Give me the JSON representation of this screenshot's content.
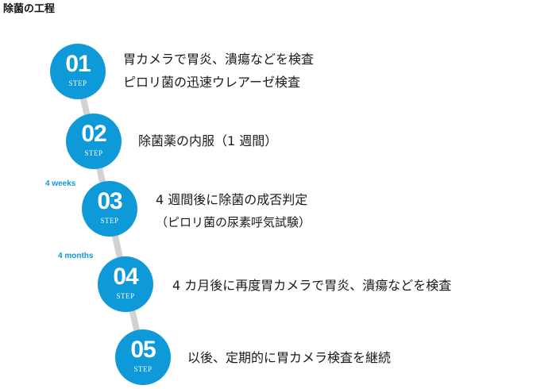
{
  "title": "除菌の工程",
  "step_word": "STEP",
  "colors": {
    "accent": "#0e9ad9",
    "connector": "#d2d2d2"
  },
  "steps": [
    {
      "number": "01",
      "lines": [
        "胃カメラで胃炎、潰瘍などを検査",
        "ピロリ菌の迅速ウレアーゼ検査"
      ]
    },
    {
      "number": "02",
      "lines": [
        "除菌薬の内服（1 週間）"
      ]
    },
    {
      "number": "03",
      "lines": [
        "4 週間後に除菌の成否判定",
        "（ピロリ菌の尿素呼気試験）"
      ]
    },
    {
      "number": "04",
      "lines": [
        "4 カ月後に再度胃カメラで胃炎、潰瘍などを検査"
      ]
    },
    {
      "number": "05",
      "lines": [
        "以後、定期的に胃カメラ検査を継続"
      ]
    }
  ],
  "intervals": [
    "4 weeks",
    "4 months"
  ]
}
